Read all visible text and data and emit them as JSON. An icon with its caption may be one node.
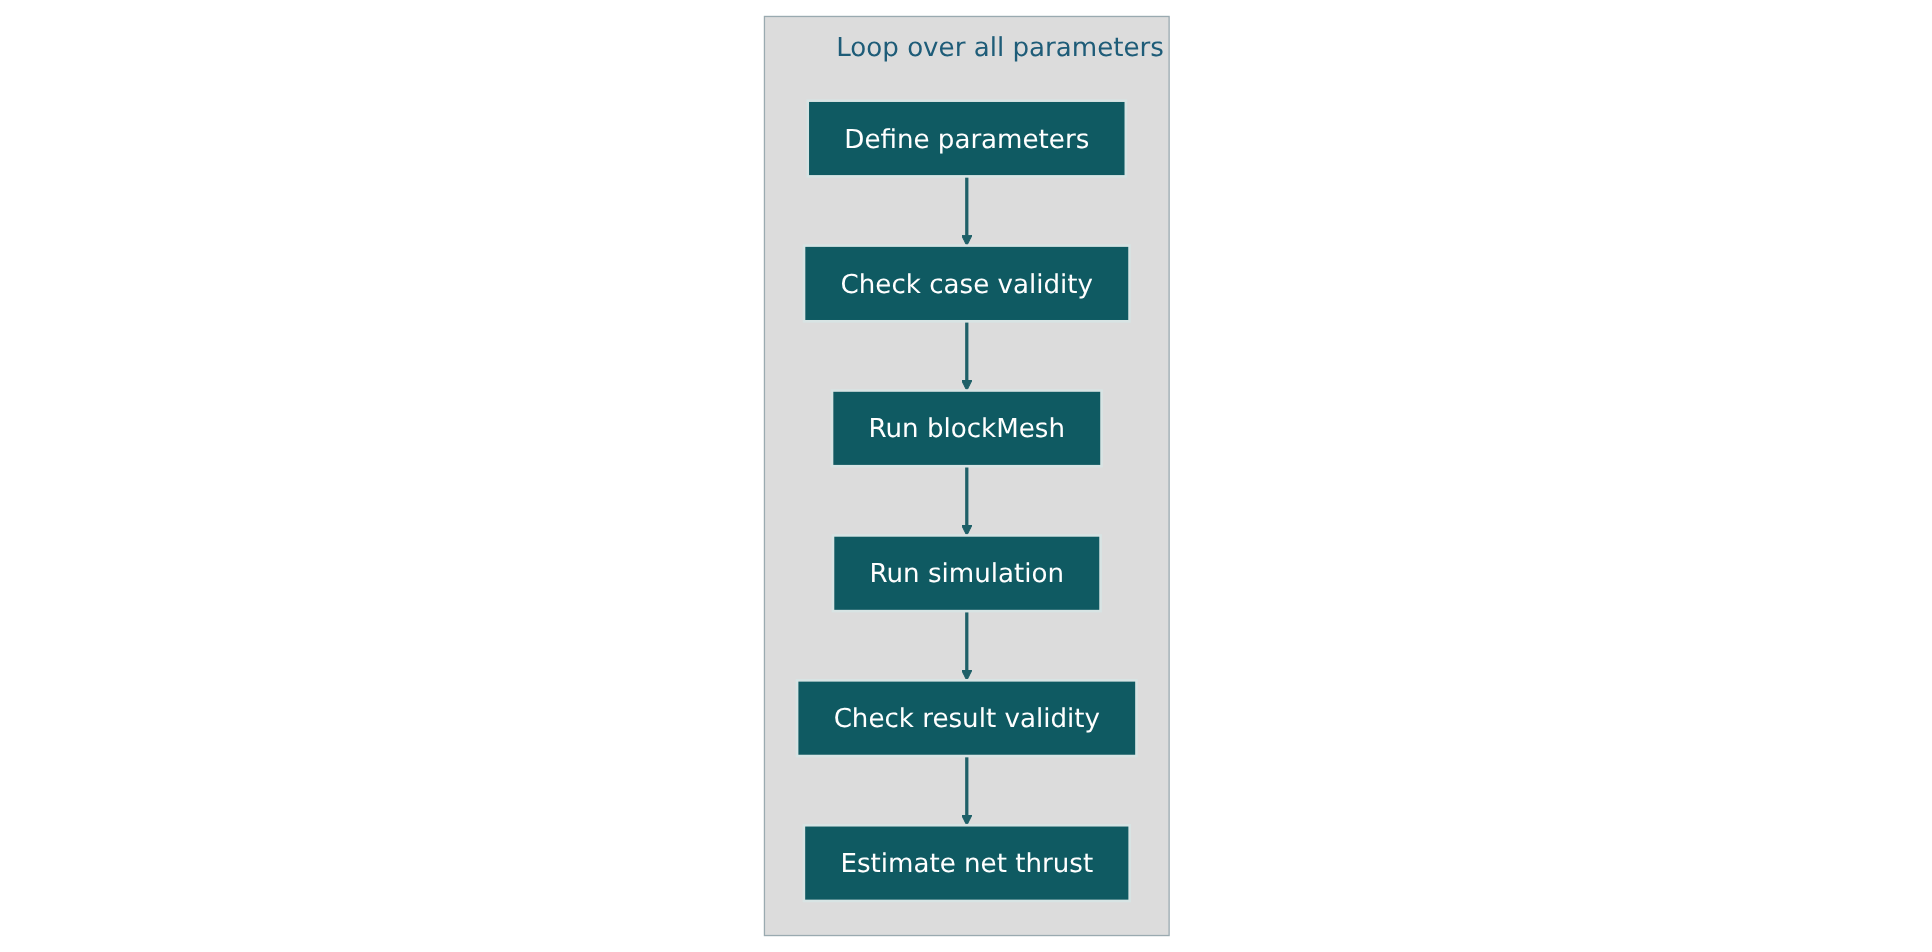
{
  "diagram": {
    "nodes": [
      {
        "text": [
          "Loop over all parameters"
        ]
      },
      {
        "text": [
          "Define parameters"
        ],
        "in": 0
      },
      {
        "text": [
          "Check case validity"
        ],
        "in": 0
      },
      {
        "text": [
          "Run blockMesh"
        ],
        "in": 0
      },
      {
        "text": [
          "Run simulation"
        ],
        "in": 0
      },
      {
        "text": [
          "Check result validity"
        ],
        "in": 0
      },
      {
        "text": [
          "Estimate net thrust"
        ],
        "in": 0
      }
    ],
    "edges": [
      {
        "from": 1,
        "to": 2,
        "arrow": "to"
      },
      {
        "from": 2,
        "to": 3,
        "arrow": "to"
      },
      {
        "from": 3,
        "to": 4,
        "arrow": "to"
      },
      {
        "from": 4,
        "to": 5,
        "arrow": "to"
      },
      {
        "from": 5,
        "to": 6,
        "arrow": "to"
      }
    ]
  }
}
